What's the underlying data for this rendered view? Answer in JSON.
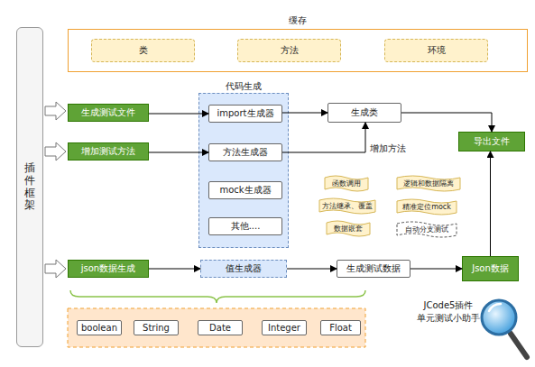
{
  "diagram": {
    "nodes": [
      {
        "text": [
          "插件框架"
        ]
      },
      {
        "text": [
          "缓存"
        ]
      },
      {
        "text": [
          "类"
        ],
        "in": 1
      },
      {
        "text": [
          "方法"
        ],
        "in": 1
      },
      {
        "text": [
          "环境"
        ],
        "in": 1
      },
      {
        "text": [
          "生成测试文件"
        ]
      },
      {
        "text": [
          "代码生成"
        ]
      },
      {
        "text": [
          "import生成器"
        ],
        "in": 6
      },
      {
        "text": [
          "方法生成器"
        ],
        "in": 6
      },
      {
        "text": [
          "mock生成器"
        ],
        "in": 6
      },
      {
        "text": [
          "其他...."
        ],
        "in": 6
      },
      {
        "text": [
          "生成类"
        ]
      },
      {
        "text": [
          "导出文件"
        ]
      },
      {
        "text": [
          "增加测试方法"
        ]
      },
      {
        "text": [
          "函数调用"
        ]
      },
      {
        "text": [
          "逻辑和数据隔离"
        ]
      },
      {
        "text": [
          "方法继承、覆盖"
        ]
      },
      {
        "text": [
          "精准定位mock"
        ]
      },
      {
        "text": [
          "数据嵌套"
        ]
      },
      {
        "text": [
          "自动分支测试"
        ]
      },
      {
        "text": [
          "json数据生成"
        ]
      },
      {
        "text": [
          "值生成器"
        ]
      },
      {
        "text": [
          "生成测试数据"
        ]
      },
      {
        "text": [
          "Json数据"
        ]
      },
      {
        "text": [
          "boolean"
        ]
      },
      {
        "text": [
          "String"
        ]
      },
      {
        "text": [
          "Date"
        ]
      },
      {
        "text": [
          "Integer"
        ]
      },
      {
        "text": [
          "Float"
        ]
      }
    ],
    "edges": [
      {
        "from": 5,
        "to": 7,
        "arrow": "to"
      },
      {
        "from": 13,
        "to": 8,
        "arrow": "to"
      },
      {
        "from": 7,
        "to": 11,
        "arrow": "to"
      },
      {
        "from": 8,
        "to": 11,
        "label": "增加方法",
        "arrow": "to"
      },
      {
        "from": 11,
        "to": 12,
        "arrow": "to"
      },
      {
        "from": 20,
        "to": 21,
        "arrow": "to"
      },
      {
        "from": 21,
        "to": 22,
        "arrow": "to"
      },
      {
        "from": 22,
        "to": 23,
        "arrow": "to"
      },
      {
        "from": 23,
        "to": 12,
        "arrow": "to"
      }
    ],
    "labels": [
      "JCode5插件 单元测试小助手"
    ]
  }
}
